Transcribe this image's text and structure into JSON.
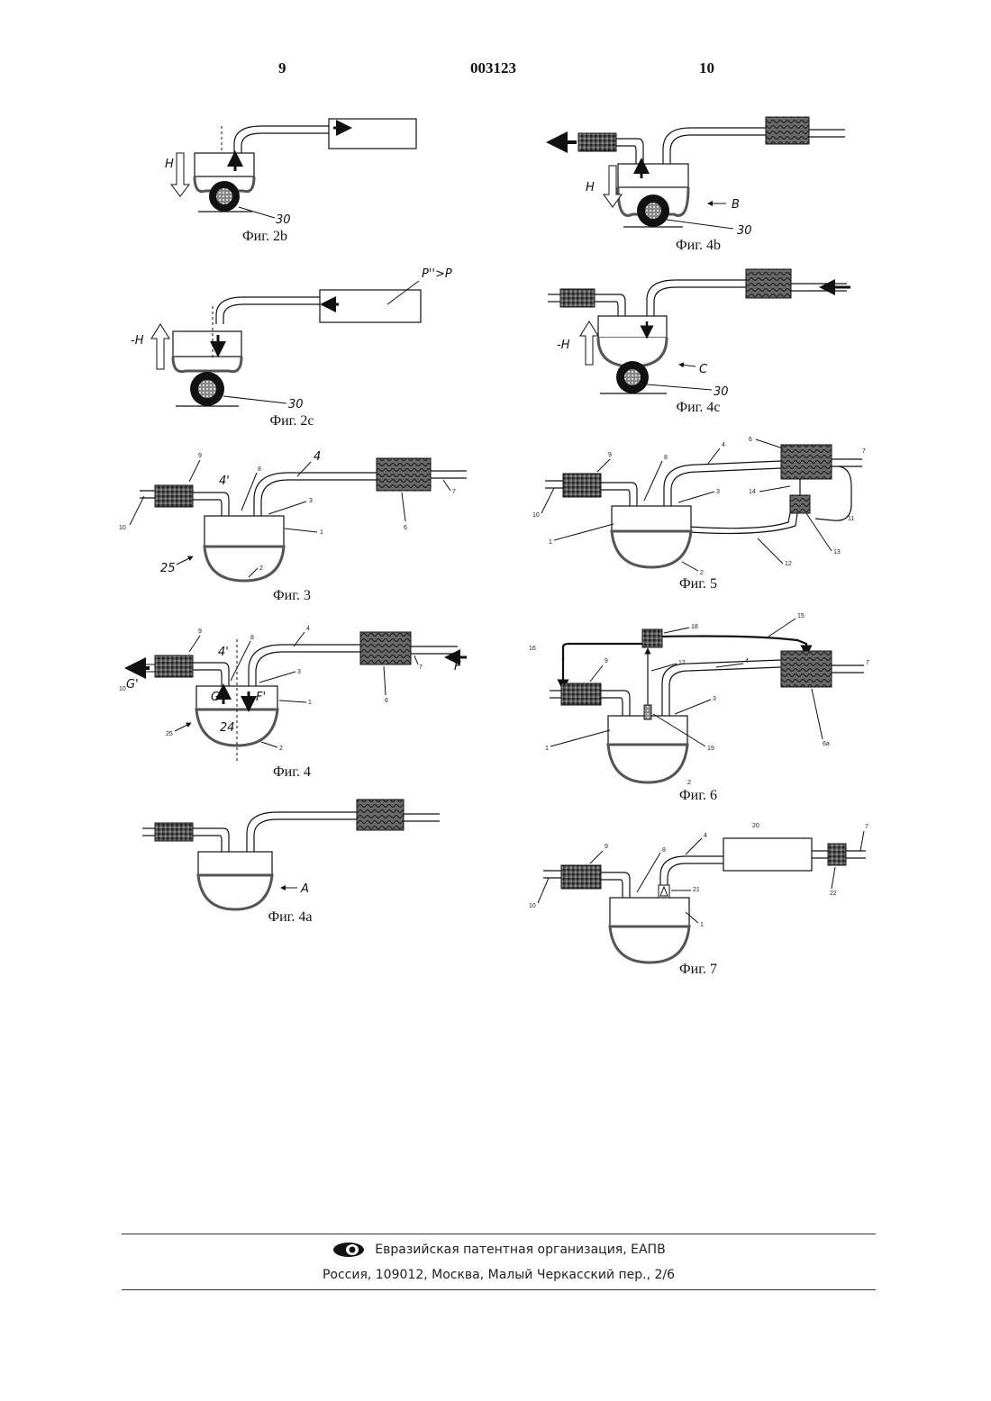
{
  "header": {
    "page_left": "9",
    "doc_number": "003123",
    "page_right": "10"
  },
  "figures": {
    "f2b": {
      "caption": "Фиг. 2b",
      "h_label": "H",
      "ref": "30"
    },
    "f2c": {
      "caption": "Фиг. 2c",
      "h_label": "-H",
      "ref": "30",
      "pressure": "P''>P"
    },
    "f3": {
      "caption": "Фиг. 3",
      "refs": {
        "r9": "9",
        "r4p": "4'",
        "r8": "8",
        "r4": "4",
        "r3": "3",
        "r1": "1",
        "r6": "6",
        "r7": "7",
        "r10": "10",
        "r25": "25",
        "r2": "2"
      }
    },
    "f4": {
      "caption": "Фиг. 4",
      "refs": {
        "r9": "9",
        "r4p": "4'",
        "r8": "8",
        "r4": "4",
        "r3": "3",
        "r1": "1",
        "r6": "6",
        "r7": "7",
        "r10": "10",
        "r25": "25",
        "r2": "2",
        "r24": "24",
        "G": "G",
        "Gp": "G'",
        "Fp": "F'",
        "F": "F"
      }
    },
    "f4a": {
      "caption": "Фиг. 4a",
      "arrow_label": "A"
    },
    "f4b": {
      "caption": "Фиг. 4b",
      "h_label": "H",
      "arrow_label": "B",
      "ref": "30"
    },
    "f4c": {
      "caption": "Фиг. 4c",
      "h_label": "-H",
      "arrow_label": "C",
      "ref": "30"
    },
    "f5": {
      "caption": "Фиг. 5",
      "refs": {
        "r9": "9",
        "r8": "8",
        "r4": "4",
        "r6": "6",
        "r7": "7",
        "r3": "3",
        "r14": "14",
        "r10": "10",
        "r1": "1",
        "r11": "11",
        "r13": "13",
        "r12": "12",
        "r2": "2"
      }
    },
    "f6": {
      "caption": "Фиг. 6",
      "refs": {
        "r16": "16",
        "r18": "18",
        "r15": "15",
        "r9": "9",
        "r17": "17",
        "r4": "4",
        "r7": "7",
        "r3": "3",
        "r1": "1",
        "r19": "19",
        "r6a": "6a",
        "r2": "2"
      }
    },
    "f7": {
      "caption": "Фиг. 7",
      "refs": {
        "r9": "9",
        "r8": "8",
        "r4": "4",
        "r20": "20",
        "r7": "7",
        "r10": "10",
        "r21": "21",
        "r22": "22",
        "r1": "1"
      }
    }
  },
  "footer": {
    "organization": "Евразийская патентная организация, ЕАПВ",
    "address": "Россия, 109012, Москва, Малый Черкасский пер., 2/6"
  }
}
